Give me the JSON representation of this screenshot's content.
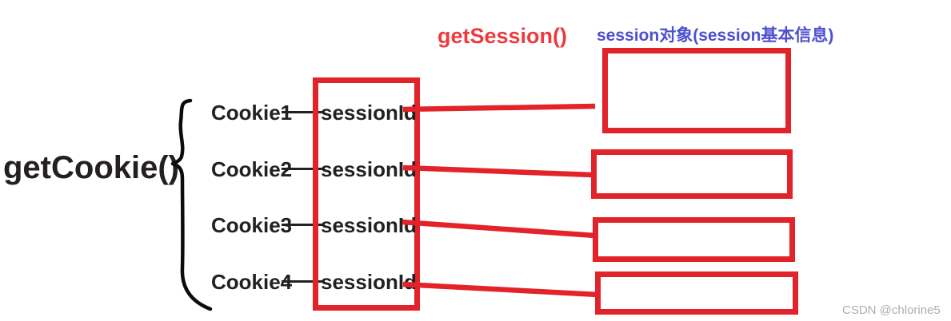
{
  "labels": {
    "get_cookie": "getCookie()",
    "get_session": "getSession()",
    "session_object_header": "session对象(session基本信息)"
  },
  "cookie_rows": [
    {
      "cookie": "Cookie1",
      "field": "sessionId"
    },
    {
      "cookie": "Cookie2",
      "field": "sessionId"
    },
    {
      "cookie": "Cookie3",
      "field": "sessionId"
    },
    {
      "cookie": "Cookie4",
      "field": "sessionId"
    }
  ],
  "session_boxes": [
    {
      "content": ""
    },
    {
      "content": ""
    },
    {
      "content": ""
    },
    {
      "content": ""
    }
  ],
  "colors": {
    "red": "#e2232a",
    "blue": "#4d50d0",
    "text_black": "#242021",
    "watermark_gray": "#adadad",
    "bg": "#ffffff"
  },
  "watermark": "CSDN @chlorine5"
}
